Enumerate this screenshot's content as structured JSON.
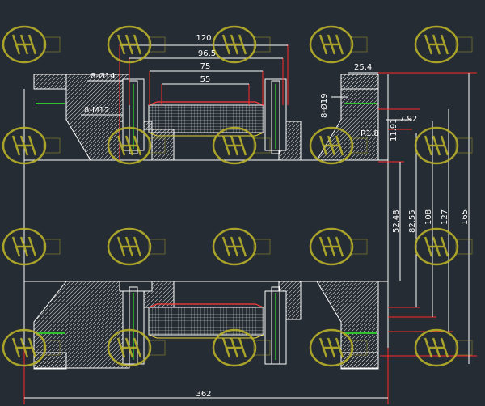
{
  "drawing": {
    "dimensions": {
      "overall_width": "362",
      "flange_outer": "120",
      "flange_mid": "96.5",
      "bolt_span": "75",
      "gasket_span": "55",
      "bolt_hole_top": "8-Ø14",
      "bolt_thread": "8-M12",
      "hub_width": "25.4",
      "side_holes": "8-Ø19",
      "groove_width": "7.92",
      "groove_radius": "R1.8",
      "groove_depth": "11.91",
      "h1": "52.48",
      "h2": "82.55",
      "h3": "108",
      "h4": "127",
      "h5": "165"
    },
    "watermark": "HH"
  },
  "colors": {
    "background": "#262c33",
    "outline": "#ffffff",
    "dim_line": "#ff2a2a",
    "watermark": "#b8b02a",
    "accent_green": "#2ec22e",
    "hatch_yellow": "#e6d23a"
  }
}
